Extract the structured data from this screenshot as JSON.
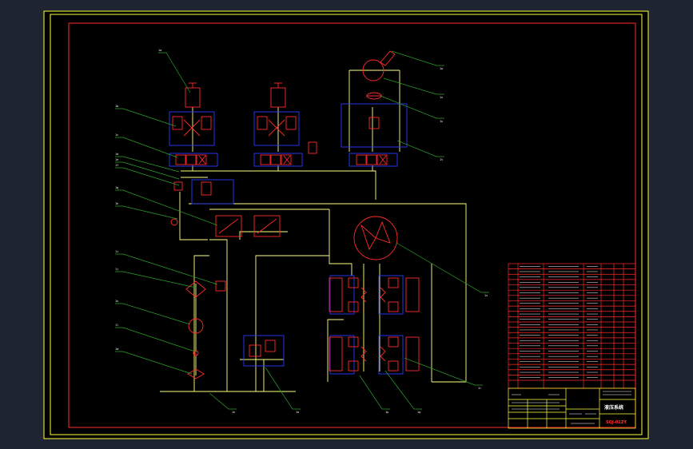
{
  "drawing": {
    "title_block": {
      "drawing_title": "液压系统",
      "drawing_number": "SQJ-02ZY"
    },
    "leader_tags": [
      {
        "id": "tag-01",
        "text": "1a"
      },
      {
        "id": "tag-02",
        "text": "1b"
      },
      {
        "id": "tag-03",
        "text": "1c"
      },
      {
        "id": "tag-04",
        "text": "1d"
      },
      {
        "id": "tag-05",
        "text": "1e"
      },
      {
        "id": "tag-06",
        "text": "1f"
      },
      {
        "id": "tag-07",
        "text": "1g"
      },
      {
        "id": "tag-08",
        "text": "1h"
      },
      {
        "id": "tag-09",
        "text": "1i"
      },
      {
        "id": "tag-10",
        "text": "1j"
      },
      {
        "id": "tag-11",
        "text": "1k"
      },
      {
        "id": "tag-12",
        "text": "1l"
      },
      {
        "id": "tag-13",
        "text": "1m"
      },
      {
        "id": "tag-14",
        "text": "1n"
      },
      {
        "id": "tag-15",
        "text": "1o"
      },
      {
        "id": "tag-16",
        "text": "1p"
      },
      {
        "id": "tag-17",
        "text": "1q"
      },
      {
        "id": "tag-18",
        "text": "1r"
      },
      {
        "id": "tag-19",
        "text": "1s"
      },
      {
        "id": "tag-20",
        "text": "1t"
      },
      {
        "id": "tag-21",
        "text": "1u"
      },
      {
        "id": "tag-22",
        "text": "1v"
      },
      {
        "id": "tag-23",
        "text": "1w"
      }
    ],
    "colors": {
      "background": "#1e2530",
      "paper": "#000000",
      "frame": "#ffff3a",
      "inner_frame": "#ff2a2a",
      "pipe": "#ffff80",
      "component": "#ff2a2a",
      "valve_box": "#2a3aff",
      "leader": "#2aa02a",
      "table_line": "#ff2a2a"
    }
  }
}
